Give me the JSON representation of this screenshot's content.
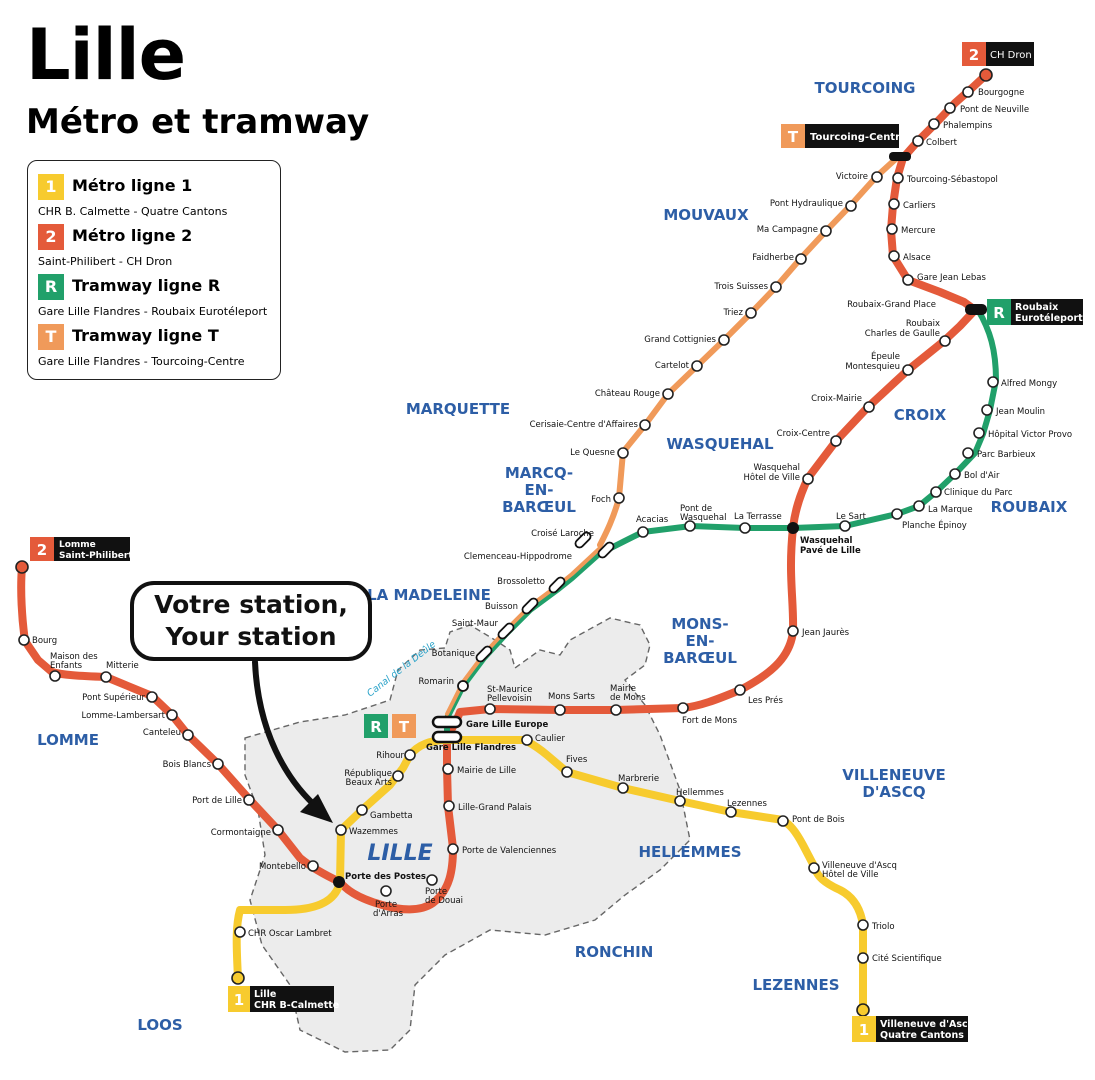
{
  "title": "Lille",
  "subtitle": "Métro et tramway",
  "colors": {
    "line1": "#F7CB2E",
    "line2": "#E45A3A",
    "lineR": "#21A06A",
    "lineT": "#F09A5A",
    "area_label": "#2D5EA6",
    "canal": "#2BA3C9"
  },
  "legend": [
    {
      "badge": "1",
      "name": "Métro ligne 1",
      "desc": "CHR B. Calmette - Quatre Cantons",
      "color": "#F7CB2E"
    },
    {
      "badge": "2",
      "name": "Métro ligne 2",
      "desc": "Saint-Philibert - CH Dron",
      "color": "#E45A3A"
    },
    {
      "badge": "R",
      "name": "Tramway ligne R",
      "desc": "Gare Lille Flandres - Roubaix Eurotéleport",
      "color": "#21A06A"
    },
    {
      "badge": "T",
      "name": "Tramway ligne T",
      "desc": "Gare Lille Flandres - Tourcoing-Centre",
      "color": "#F09A5A"
    }
  ],
  "callout": [
    "Votre station,",
    "Your station"
  ],
  "terminals": [
    {
      "badge": "2",
      "lines": [
        "CH Dron"
      ],
      "color": "#E45A3A"
    },
    {
      "badge": "T",
      "lines": [
        "Tourcoing-Centre"
      ],
      "color": "#F09A5A"
    },
    {
      "badge": "R",
      "lines": [
        "Roubaix",
        "Eurotéleport"
      ],
      "color": "#21A06A"
    },
    {
      "badge": "2",
      "lines": [
        "Lomme",
        "Saint-Philibert"
      ],
      "color": "#E45A3A"
    },
    {
      "badge": "1",
      "lines": [
        "Lille",
        "CHR B-Calmette"
      ],
      "color": "#F7CB2E"
    },
    {
      "badge": "1",
      "lines": [
        "Villeneuve d'Ascq",
        "Quatre Cantons"
      ],
      "color": "#F7CB2E"
    }
  ],
  "junction_badges": [
    "R",
    "T"
  ],
  "areas": [
    "TOURCOING",
    "MOUVAUX",
    "MARQUETTE",
    "WASQUEHAL",
    "MARCQ-",
    "EN-",
    "BARŒUL",
    "CROIX",
    "ROUBAIX",
    "LA MADELEINE",
    "MONS-",
    "EN-",
    "BARŒUL",
    "LOMME",
    "VILLENEUVE",
    "D'ASCQ",
    "HELLEMMES",
    "RONCHIN",
    "LEZENNES",
    "LOOS",
    "LILLE"
  ],
  "canal_label": "Canal de la Deûle",
  "stations": [
    "Bourgogne",
    "Pont de Neuville",
    "Phalempins",
    "Colbert",
    "Tourcoing-Sébastopol",
    "Carliers",
    "Mercure",
    "Alsace",
    "Gare Jean Lebas",
    "Roubaix-Grand Place",
    "Roubaix",
    "Charles de Gaulle",
    "Épeule",
    "Montesquieu",
    "Croix-Mairie",
    "Croix-Centre",
    "Wasquehal",
    "Hôtel de Ville",
    "Wasquehal",
    "Pavé de Lille",
    "Jean Jaurès",
    "Les Prés",
    "Fort de Mons",
    "Mairie",
    "de Mons",
    "Mons Sarts",
    "St-Maurice",
    "Pellevoisin",
    "Gare Lille Europe",
    "Gare Lille Flandres",
    "Mairie de Lille",
    "Lille-Grand Palais",
    "Porte de Valenciennes",
    "Porte",
    "de Douai",
    "Porte",
    "d'Arras",
    "Porte des Postes",
    "Montebello",
    "Cormontaigne",
    "Port de Lille",
    "Bois Blancs",
    "Canteleu",
    "Lomme-Lambersart",
    "Pont Supérieur",
    "Mitterie",
    "Maison des",
    "Enfants",
    "Bourg",
    "Victoire",
    "Pont Hydraulique",
    "Ma Campagne",
    "Faidherbe",
    "Trois Suisses",
    "Triez",
    "Grand Cottignies",
    "Cartelot",
    "Château Rouge",
    "Cerisaie-Centre d'Affaires",
    "Le Quesne",
    "Foch",
    "Croisé Laroche",
    "Clemenceau-Hippodrome",
    "Brossoletto",
    "Buisson",
    "Saint-Maur",
    "Botanique",
    "Romarin",
    "Acacias",
    "Pont de",
    "Wasquehal",
    "La Terrasse",
    "Le Sart",
    "Planche Épinoy",
    "La Marque",
    "Clinique du Parc",
    "Bol d'Air",
    "Parc Barbieux",
    "Hôpital Victor Provo",
    "Jean Moulin",
    "Alfred Mongy",
    "Caulier",
    "Fives",
    "Marbrerie",
    "Hellemmes",
    "Lezennes",
    "Pont de Bois",
    "Villeneuve d'Ascq",
    "Hôtel de Ville",
    "Triolo",
    "Cité Scientifique",
    "Rihour",
    "République",
    "Beaux Arts",
    "Gambetta",
    "Wazemmes",
    "CHR Oscar Lambret"
  ]
}
